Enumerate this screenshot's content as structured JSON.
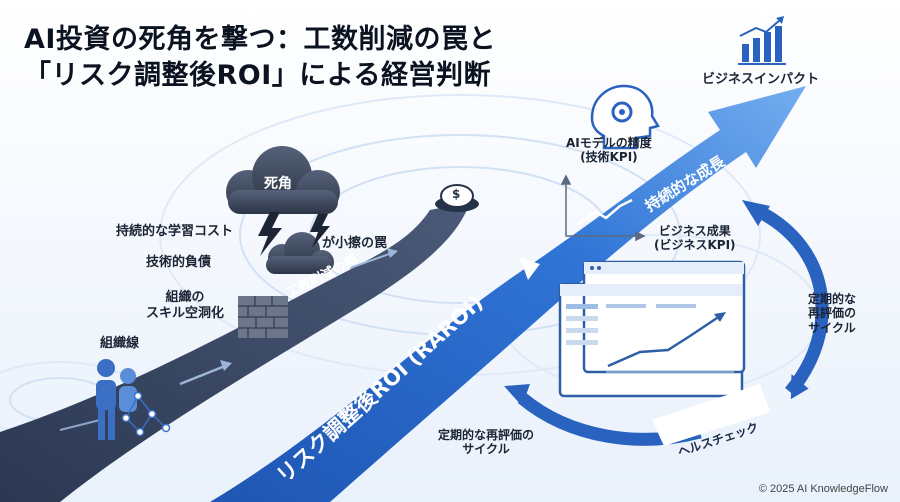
{
  "title": {
    "line1": "AI投資の死角を撃つ：工数削減の罠と",
    "line2": "「リスク調整後ROI」による経営判断"
  },
  "labels": {
    "cloud": "死角",
    "learning_cost": "持続的な学習コスト",
    "tech_debt": "技術的負債",
    "trap_small": "が小擦の罠",
    "skill_hollow": "組織の\nスキル空洞化",
    "org_line": "組織線",
    "effort_reduction_trap": "工数削減の罠",
    "raroi": "リスク調整後ROI (RAROI)",
    "sustainable_growth": "持続的な成長",
    "business_impact": "ビジネスインパクト",
    "ai_model_precision": "AIモデルの精度\n(技術KPI)",
    "business_results": "ビジネス成果\n(ビジネスKPI)",
    "periodic_reeval_right": "定期的な\n再評価の\nサイクル",
    "periodic_reeval_bottom": "定期的な再評価の\nサイクル",
    "health_check": "ヘルスチェック",
    "coin_symbol": "$"
  },
  "copyright": "© 2025 AI KnowledgeFlow",
  "colors": {
    "road": "#3b4a66",
    "road_dark": "#2a3650",
    "arrow": "#2f6fd0",
    "arrow_light": "#5b9be8",
    "cycle": "#2f67c2",
    "ring": "#cfe0f5",
    "cloud": "#3a4558"
  },
  "icons": [
    "bar-chart-icon",
    "gear-head-icon",
    "dollar-coin-icon",
    "brick-wall-icon",
    "lightning-icon",
    "people-icon",
    "network-icon",
    "dashboard-icon"
  ]
}
